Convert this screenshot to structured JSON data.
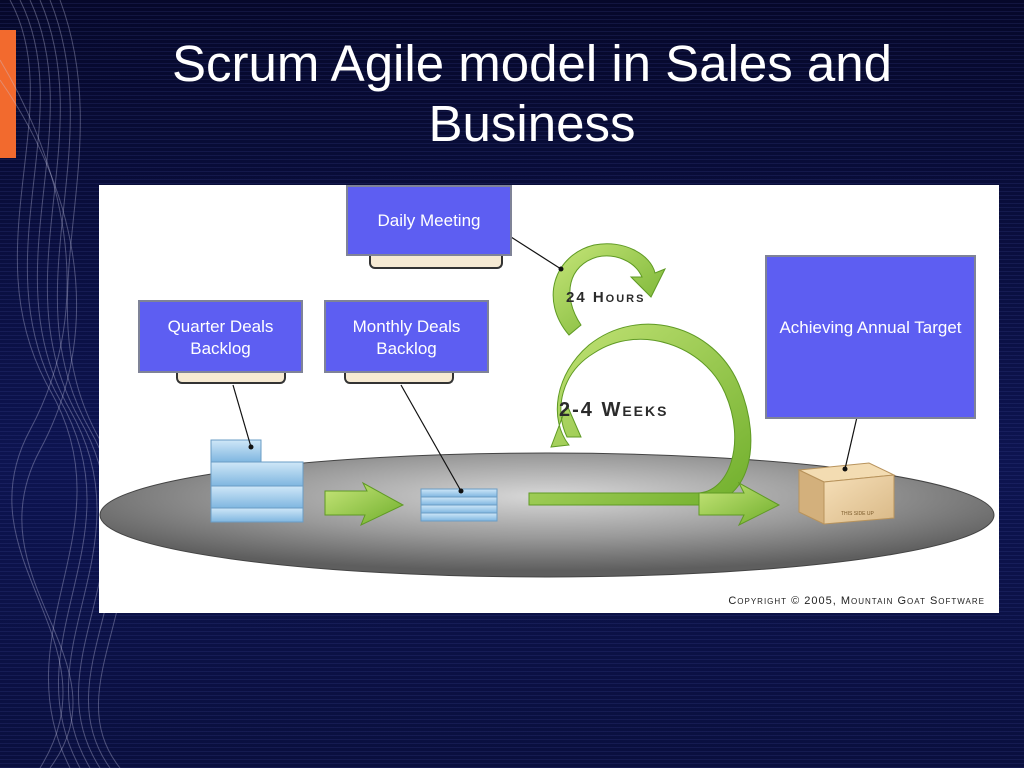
{
  "title": "Scrum Agile model in Sales and Business",
  "diagram": {
    "daily_meeting": "Daily Meeting",
    "quarter_backlog": "Quarter Deals Backlog",
    "monthly_backlog": "Monthly Deals Backlog",
    "annual_target": "Achieving Annual Target",
    "loop_small": "24 Hours",
    "loop_large": "2-4 Weeks",
    "box_side_text": "This side up",
    "copyright": "Copyright © 2005, Mountain Goat Software"
  },
  "colors": {
    "background": "#0b0f3d",
    "accent": "#f26a2e",
    "box_fill": "#5d5ef2",
    "arrow_green": "#8cc63f",
    "platform": "#8a8a8a"
  }
}
